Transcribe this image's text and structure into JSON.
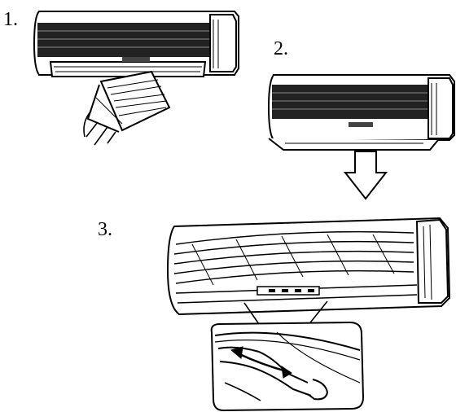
{
  "steps": [
    {
      "label": "1."
    },
    {
      "label": "2."
    },
    {
      "label": "3."
    }
  ],
  "colors": {
    "ink": "#000000",
    "paper": "#ffffff",
    "shade": "#e6e6e6"
  }
}
